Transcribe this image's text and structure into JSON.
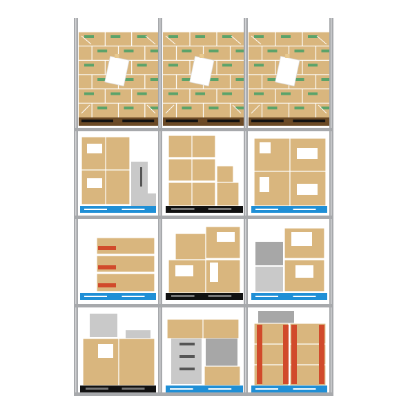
{
  "scene": {
    "type": "warehouse-pallet-rack",
    "rows": 4,
    "columns": 3
  },
  "colors": {
    "upright": "#a7a9ac",
    "beam": "#a7a9ac",
    "cardboard": "#d9b67e",
    "cardboard_dark": "#c4a065",
    "cardboard_shade": "#bf9f6a",
    "label_white": "#ffffff",
    "label_green": "#5aa36a",
    "tape_red": "#d14a2b",
    "pallet_blue": "#1f8fd6",
    "pallet_black": "#111111",
    "pallet_wood": "#6b4a26",
    "grey_box": "#a7a7a7",
    "grey_light": "#c9c9c9"
  },
  "bays": [
    {
      "row": 1,
      "col": 1,
      "pallet": "wood",
      "load": "wrapped-box-stack"
    },
    {
      "row": 1,
      "col": 2,
      "pallet": "wood",
      "load": "wrapped-box-stack"
    },
    {
      "row": 1,
      "col": 3,
      "pallet": "wood",
      "load": "wrapped-box-stack"
    },
    {
      "row": 2,
      "col": 1,
      "pallet": "blue",
      "load": "boxes-and-fridge"
    },
    {
      "row": 2,
      "col": 2,
      "pallet": "black",
      "load": "box-grid"
    },
    {
      "row": 2,
      "col": 3,
      "pallet": "blue",
      "load": "large-boxes"
    },
    {
      "row": 3,
      "col": 1,
      "pallet": "blue",
      "load": "taped-flat-boxes"
    },
    {
      "row": 3,
      "col": 2,
      "pallet": "black",
      "load": "mixed-boxes"
    },
    {
      "row": 3,
      "col": 3,
      "pallet": "blue",
      "load": "boxes-and-grey-crates"
    },
    {
      "row": 4,
      "col": 1,
      "pallet": "black",
      "load": "boxes-and-grey-crates"
    },
    {
      "row": 4,
      "col": 2,
      "pallet": "blue",
      "load": "cabinet-and-boxes"
    },
    {
      "row": 4,
      "col": 3,
      "pallet": "blue",
      "load": "strapped-boxes"
    }
  ]
}
